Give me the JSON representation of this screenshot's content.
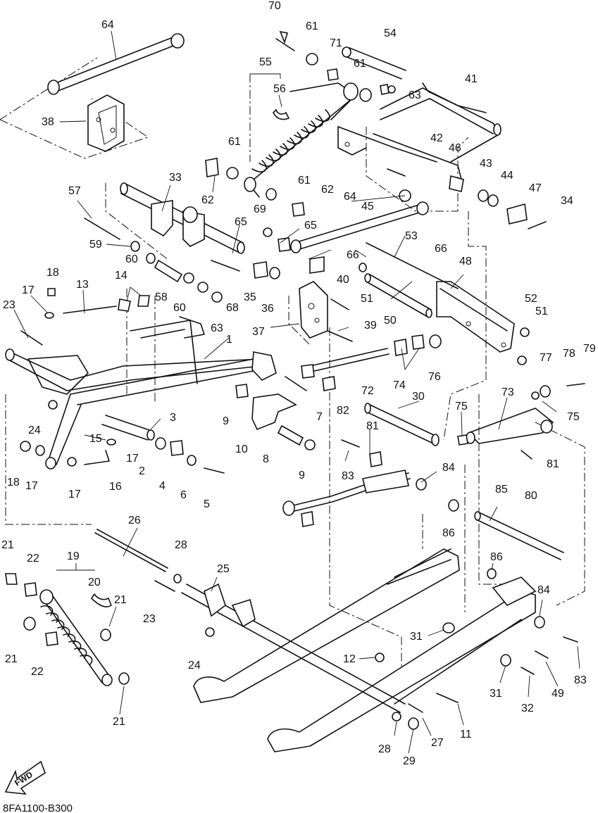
{
  "diagram": {
    "drawing_code": "8FA1100-B300",
    "direction_label": "FWD",
    "callouts": [
      "70",
      "61",
      "71",
      "54",
      "64",
      "55",
      "61",
      "63",
      "41",
      "56",
      "38",
      "61",
      "42",
      "46",
      "43",
      "44",
      "47",
      "33",
      "62",
      "61",
      "62",
      "57",
      "69",
      "64",
      "65",
      "45",
      "34",
      "65",
      "53",
      "59",
      "60",
      "66",
      "66",
      "18",
      "14",
      "58",
      "40",
      "48",
      "52",
      "13",
      "60",
      "68",
      "35",
      "36",
      "51",
      "17",
      "63",
      "37",
      "39",
      "50",
      "23",
      "51",
      "1",
      "78",
      "79",
      "77",
      "74",
      "76",
      "73",
      "3",
      "72",
      "9",
      "7",
      "82",
      "75",
      "30",
      "24",
      "75",
      "15",
      "17",
      "81",
      "81",
      "18",
      "17",
      "2",
      "4",
      "10",
      "8",
      "9",
      "83",
      "84",
      "16",
      "17",
      "6",
      "5",
      "80",
      "85",
      "26",
      "28",
      "86",
      "19",
      "25",
      "21",
      "22",
      "20",
      "84",
      "86",
      "23",
      "21",
      "21",
      "22",
      "24",
      "31",
      "12",
      "83",
      "31",
      "49",
      "32",
      "11",
      "28",
      "27",
      "21",
      "29"
    ],
    "unlabeled_parts_note": ""
  }
}
